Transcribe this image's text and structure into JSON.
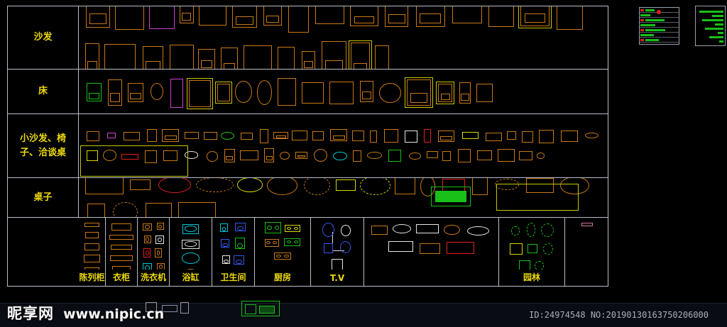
{
  "rows": [
    {
      "id": "sofa",
      "label": "沙发"
    },
    {
      "id": "bed",
      "label": "床"
    },
    {
      "id": "small-sofa-chair",
      "label": "小沙发、椅子、洽谈桌"
    },
    {
      "id": "table",
      "label": "桌子"
    }
  ],
  "bottom_categories": [
    {
      "label": "陈列柜"
    },
    {
      "label": "衣柜"
    },
    {
      "label": "洗衣机"
    },
    {
      "label": "浴缸"
    },
    {
      "label": "卫生间"
    },
    {
      "label": "厨房"
    },
    {
      "label": "T.V"
    },
    {
      "label": "园林"
    }
  ],
  "footer": {
    "site_name": "昵享网",
    "site_url": "www.nipic.cn",
    "id_text": "ID:24974548 NO:20190130163750206000"
  },
  "colors": {
    "background": "#000000",
    "grid": "#b9bec8",
    "label_yellow": "#ecd90a",
    "furniture_orange": "#c87818",
    "accent_green": "#18c018",
    "accent_red": "#e02020",
    "accent_cyan": "#00c8d8",
    "accent_magenta": "#d040d0",
    "tv_blue": "#3858e8"
  }
}
